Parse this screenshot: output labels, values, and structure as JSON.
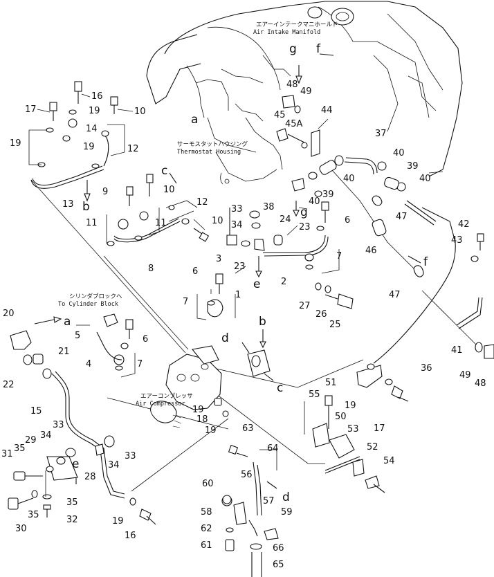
{
  "captions": {
    "air_intake_jp": "エアーインテークマニホールド",
    "air_intake_en": "Air Intake Manifold",
    "thermostat_jp": "サーモスタットハウジング",
    "thermostat_en": "Thermostat Housing",
    "cylinder_block_jp": "シリンダブロックへ",
    "cylinder_block_en": "To Cylinder Block",
    "air_compressor_jp": "エアーコンプレッサ",
    "air_compressor_en": "Air Compressor"
  },
  "callouts": {
    "c1": "1",
    "c2": "2",
    "c3": "3",
    "c4": "4",
    "c5": "5",
    "c6": "6",
    "c7": "7",
    "c8": "8",
    "c9": "9",
    "c10": "10",
    "c11": "11",
    "c12": "12",
    "c13": "13",
    "c14": "14",
    "c15": "15",
    "c16": "16",
    "c17": "17",
    "c18": "18",
    "c19": "19",
    "c20": "20",
    "c21": "21",
    "c22": "22",
    "c23": "23",
    "c24": "24",
    "c25": "25",
    "c26": "26",
    "c27": "27",
    "c28": "28",
    "c29": "29",
    "c30": "30",
    "c31": "31",
    "c32": "32",
    "c33": "33",
    "c34": "34",
    "c35": "35",
    "c36": "36",
    "c37": "37",
    "c38": "38",
    "c39": "39",
    "c40": "40",
    "c41": "41",
    "c42": "42",
    "c43": "43",
    "c44": "44",
    "c45": "45",
    "c45a": "45A",
    "c46": "46",
    "c47": "47",
    "c48": "48",
    "c49": "49",
    "c50": "50",
    "c51": "51",
    "c52": "52",
    "c53": "53",
    "c54": "54",
    "c55": "55",
    "c56": "56",
    "c57": "57",
    "c58": "58",
    "c59": "59",
    "c60": "60",
    "c61": "61",
    "c62": "62",
    "c63": "63",
    "c64": "64",
    "c65": "65",
    "c66": "66"
  },
  "connection_letters": {
    "a": "a",
    "b": "b",
    "c": "c",
    "d": "d",
    "e": "e",
    "f": "f",
    "g": "g"
  },
  "colors": {
    "ink": "#111111",
    "paper": "#ffffff"
  }
}
